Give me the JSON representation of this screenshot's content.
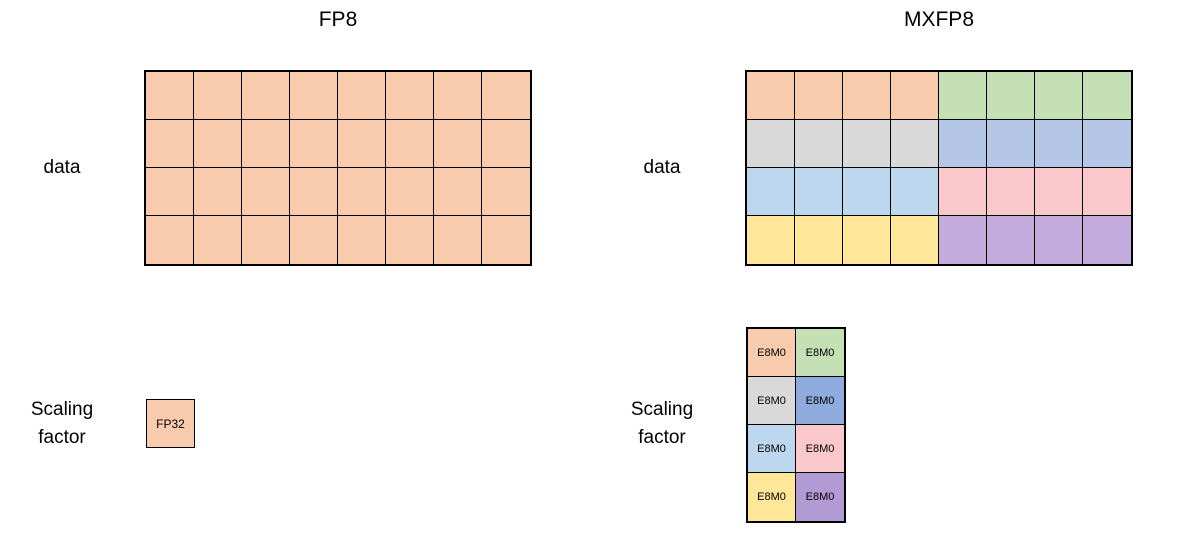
{
  "colors": {
    "orange": "#F8CBAD",
    "green": "#C5E0B4",
    "gray": "#D9D9D9",
    "blue": "#B4C7E7",
    "light_blue": "#BDD7EE",
    "pink": "#FBC9CC",
    "yellow": "#FFE699",
    "purple": "#C3ACDB",
    "scale_blue": "#8FAADC",
    "scale_purple": "#B29BD4",
    "border": "#000000"
  },
  "left_panel": {
    "title": "FP8",
    "data_label": "data",
    "scaling_label_lines": [
      "Scaling",
      "factor"
    ],
    "data_grid": {
      "rows": 4,
      "cols": 8,
      "cell_colors": [
        "orange",
        "orange",
        "orange",
        "orange",
        "orange",
        "orange",
        "orange",
        "orange",
        "orange",
        "orange",
        "orange",
        "orange",
        "orange",
        "orange",
        "orange",
        "orange",
        "orange",
        "orange",
        "orange",
        "orange",
        "orange",
        "orange",
        "orange",
        "orange",
        "orange",
        "orange",
        "orange",
        "orange",
        "orange",
        "orange",
        "orange",
        "orange"
      ]
    },
    "scaling_grid": {
      "rows": 1,
      "cols": 1,
      "cell_colors": [
        "orange"
      ],
      "cell_labels": [
        "FP32"
      ]
    }
  },
  "right_panel": {
    "title": "MXFP8",
    "data_label": "data",
    "scaling_label_lines": [
      "Scaling",
      "factor"
    ],
    "data_grid": {
      "rows": 4,
      "cols": 8,
      "cell_colors": [
        "orange",
        "orange",
        "orange",
        "orange",
        "green",
        "green",
        "green",
        "green",
        "gray",
        "gray",
        "gray",
        "gray",
        "blue",
        "blue",
        "blue",
        "blue",
        "light_blue",
        "light_blue",
        "light_blue",
        "light_blue",
        "pink",
        "pink",
        "pink",
        "pink",
        "yellow",
        "yellow",
        "yellow",
        "yellow",
        "purple",
        "purple",
        "purple",
        "purple"
      ]
    },
    "scaling_grid": {
      "rows": 4,
      "cols": 2,
      "cell_colors": [
        "orange",
        "green",
        "gray",
        "scale_blue",
        "light_blue",
        "pink",
        "yellow",
        "scale_purple"
      ],
      "cell_labels": [
        "E8M0",
        "E8M0",
        "E8M0",
        "E8M0",
        "E8M0",
        "E8M0",
        "E8M0",
        "E8M0"
      ]
    }
  }
}
